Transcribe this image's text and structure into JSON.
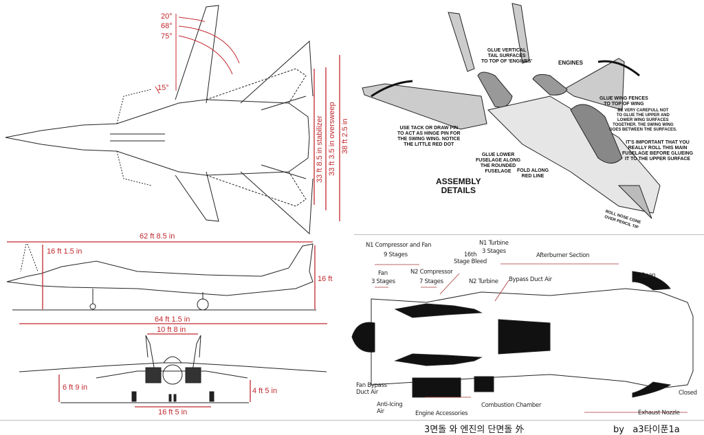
{
  "top_view": {
    "angles": [
      "20°",
      "68°",
      "75°",
      "15°"
    ],
    "dims": {
      "stabilizer": "33 ft 8.5 in   stabilizer",
      "oversweep": "33 ft 3.5 in   oversweep",
      "span": "38 ft 2.5 in"
    }
  },
  "side_view": {
    "length": "62 ft 8.5 in",
    "height_front": "16 ft 1.5 in",
    "height_tail": "16 ft",
    "overall_length": "64 ft 1.5 in"
  },
  "front_view": {
    "tail_spread": "10 ft 8 in",
    "wing_height": "6 ft 9 in",
    "intake_height": "4 ft 5 in",
    "track": "16 ft 5 in"
  },
  "assembly": {
    "title_line1": "ASSEMBLY",
    "title_line2": "DETAILS",
    "notes": {
      "glue_vertical": [
        "GLUE VERTICAL",
        "TAIL SURFACES",
        "TO TOP OF 'ENGINES'"
      ],
      "engines": "ENGINES",
      "wing_fences": [
        "GLUE WING FENCES",
        "TO TOP OF WING"
      ],
      "careful": [
        "BE VERY CAREFULL NOT",
        "TO GLUE THE UPPER AND",
        "LOWER WING SURFACES",
        "TOGETHER. THE SWING WING",
        "GOES BETWEEN THE SURFACES."
      ],
      "tack": [
        "USE TACK OR DRAW PIN",
        "TO ACT AS HINGE PIN FOR",
        "THE SWING WING. NOTICE",
        "THE LITTLE RED DOT"
      ],
      "roll_fuselage": [
        "IT'S IMPORTANT THAT YOU",
        "REALLY ROLL THIS MAIN",
        "FUSELAGE BEFORE GLUEING",
        "IT TO THE UPPER SURFACE"
      ],
      "glue_lower": [
        "GLUE LOWER",
        "FUSELAGE ALONG",
        "THE ROUNDED",
        "FUSELAGE"
      ],
      "fold": [
        "FOLD ALONG",
        "RED LINE"
      ],
      "nose": [
        "ROLL NOSE CONE",
        "OVER PENCIL TIP"
      ]
    }
  },
  "engine": {
    "n1_comp": "N1 Compressor and Fan",
    "n1_stages": "9 Stages",
    "fan": "Fan",
    "fan_stages": "3 Stages",
    "n2_comp": "N2 Compressor",
    "n2_stages": "7 Stages",
    "bleed": [
      "16th",
      "Stage Bleed"
    ],
    "n1_turbine": "N1 Turbine",
    "n1_turbine_stages": "3 Stages",
    "n2_turbine": "N2 Turbine",
    "bypass": "Bypass Duct Air",
    "afterburner": "Afterburner Section",
    "open": "Open",
    "closed": "Closed",
    "fan_bypass": [
      "Fan Bypass",
      "Duct Air"
    ],
    "anti_icing": [
      "Anti-Icing",
      "Air"
    ],
    "accessories": "Engine Accessories",
    "combustion": "Combustion Chamber",
    "nozzle": "Exhaust Nozzle"
  },
  "footer": {
    "caption": "3면돌 와 엔진의 단면돌 外",
    "author": "by   a3타이푼1a"
  }
}
